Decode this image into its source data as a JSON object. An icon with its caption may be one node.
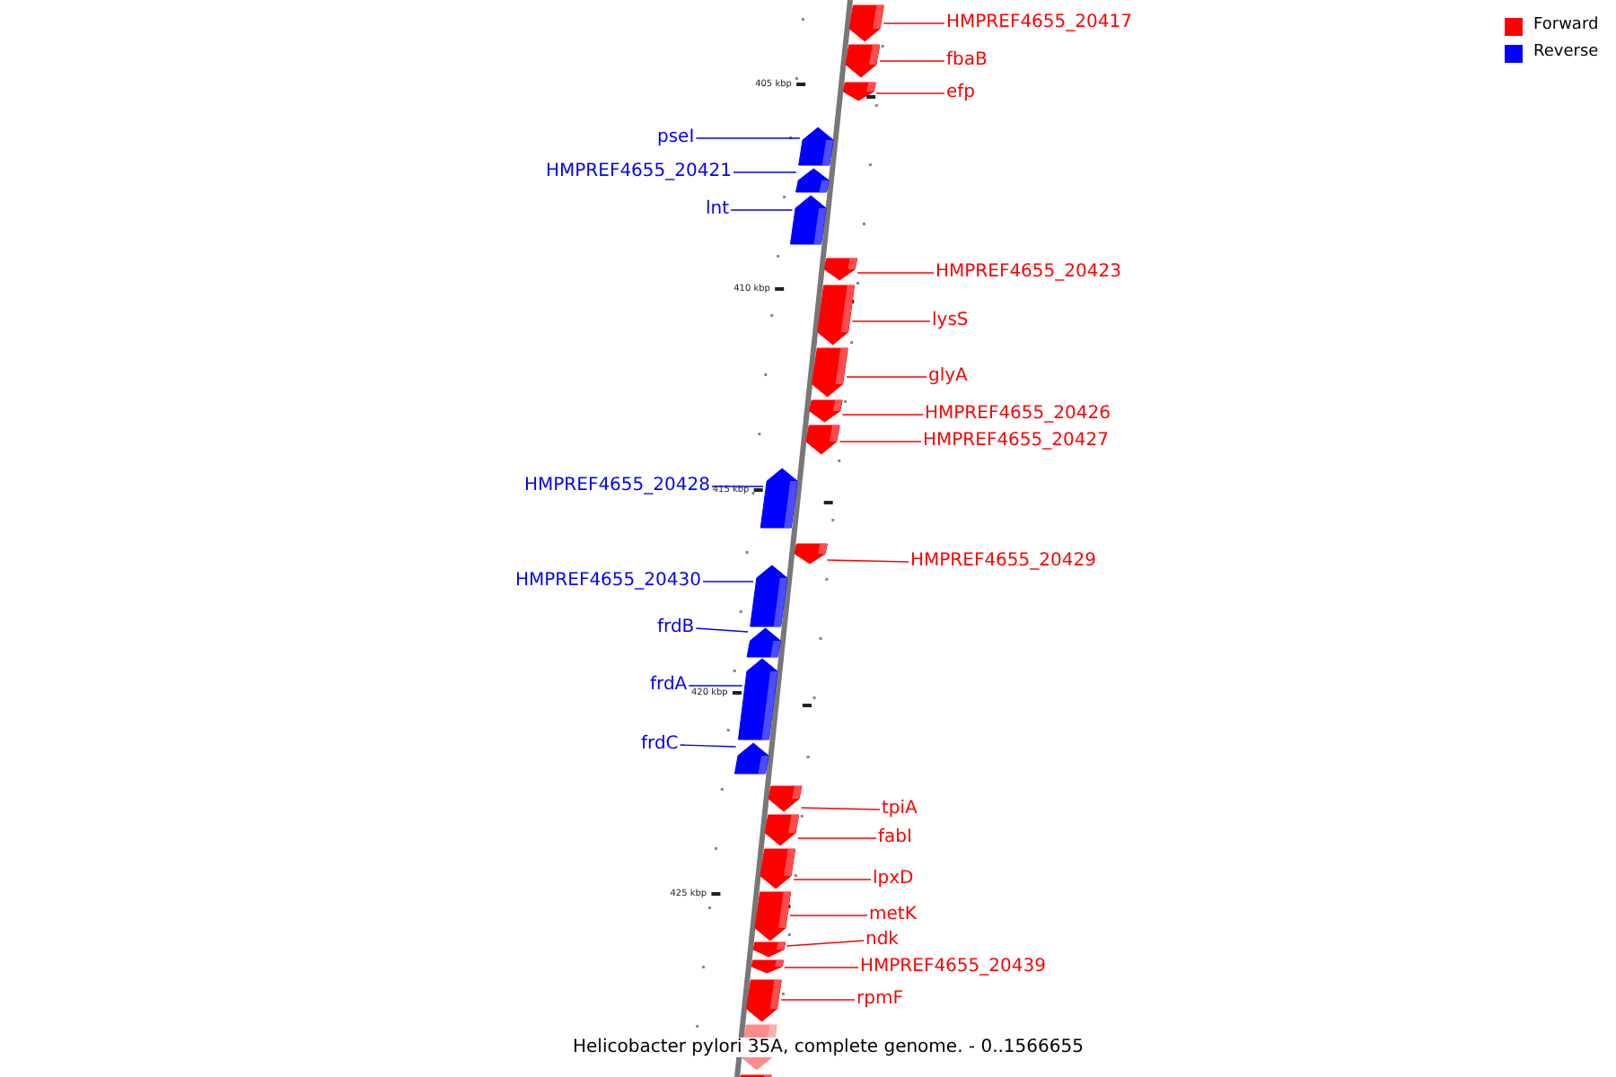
{
  "diagram": {
    "caption": "Helicobacter pylori 35A, complete genome. - 0..1566655",
    "nodes": [
      {
        "text": [
          "HMPREF4655_20417"
        ]
      },
      {
        "text": [],
        "shape": "arrow"
      },
      {
        "text": [
          "fbaB"
        ]
      },
      {
        "text": [],
        "shape": "arrow"
      },
      {
        "text": [
          "efp"
        ]
      },
      {
        "text": [],
        "shape": "arrow"
      },
      {
        "text": [
          "pseI"
        ]
      },
      {
        "text": [],
        "shape": "arrow"
      },
      {
        "text": [
          "HMPREF4655_20421"
        ]
      },
      {
        "text": [],
        "shape": "arrow"
      },
      {
        "text": [
          "lnt"
        ]
      },
      {
        "text": [],
        "shape": "arrow"
      },
      {
        "text": [
          "HMPREF4655_20423"
        ]
      },
      {
        "text": [],
        "shape": "arrow"
      },
      {
        "text": [
          "lysS"
        ]
      },
      {
        "text": [],
        "shape": "arrow"
      },
      {
        "text": [
          "glyA"
        ]
      },
      {
        "text": [],
        "shape": "arrow"
      },
      {
        "text": [
          "HMPREF4655_20426"
        ]
      },
      {
        "text": [],
        "shape": "arrow"
      },
      {
        "text": [
          "HMPREF4655_20427"
        ]
      },
      {
        "text": [],
        "shape": "arrow"
      },
      {
        "text": [
          "HMPREF4655_20428"
        ]
      },
      {
        "text": [],
        "shape": "arrow"
      },
      {
        "text": [
          "HMPREF4655_20429"
        ]
      },
      {
        "text": [],
        "shape": "arrow"
      },
      {
        "text": [
          "HMPREF4655_20430"
        ]
      },
      {
        "text": [],
        "shape": "arrow"
      },
      {
        "text": [
          "frdB"
        ]
      },
      {
        "text": [],
        "shape": "arrow"
      },
      {
        "text": [
          "frdA"
        ]
      },
      {
        "text": [],
        "shape": "arrow"
      },
      {
        "text": [
          "frdC"
        ]
      },
      {
        "text": [],
        "shape": "arrow"
      },
      {
        "text": [
          "tpiA"
        ]
      },
      {
        "text": [],
        "shape": "arrow"
      },
      {
        "text": [
          "fabI"
        ]
      },
      {
        "text": [],
        "shape": "arrow"
      },
      {
        "text": [
          "lpxD"
        ]
      },
      {
        "text": [],
        "shape": "arrow"
      },
      {
        "text": [
          "metK"
        ]
      },
      {
        "text": [],
        "shape": "arrow"
      },
      {
        "text": [
          "ndk"
        ]
      },
      {
        "text": [],
        "shape": "arrow"
      },
      {
        "text": [
          "HMPREF4655_20439"
        ]
      },
      {
        "text": [],
        "shape": "arrow"
      },
      {
        "text": [
          "rpmF"
        ]
      },
      {
        "text": [],
        "shape": "arrow"
      },
      {
        "text": [],
        "shape": "arrow"
      },
      {
        "text": [],
        "shape": "arrow"
      }
    ],
    "edges": [
      {
        "from": 0,
        "to": 1,
        "arrow": "none"
      },
      {
        "from": 2,
        "to": 3,
        "arrow": "none"
      },
      {
        "from": 4,
        "to": 5,
        "arrow": "none"
      },
      {
        "from": 6,
        "to": 7,
        "arrow": "none",
        "color": "#0000ff"
      },
      {
        "from": 8,
        "to": 9,
        "arrow": "none",
        "color": "#0000ff"
      },
      {
        "from": 10,
        "to": 11,
        "arrow": "none",
        "color": "#0000ff"
      },
      {
        "from": 12,
        "to": 13,
        "arrow": "none"
      },
      {
        "from": 14,
        "to": 15,
        "arrow": "none"
      },
      {
        "from": 16,
        "to": 17,
        "arrow": "none"
      },
      {
        "from": 18,
        "to": 19,
        "arrow": "none"
      },
      {
        "from": 20,
        "to": 21,
        "arrow": "none"
      },
      {
        "from": 22,
        "to": 23,
        "arrow": "none",
        "color": "#0000ff"
      },
      {
        "from": 24,
        "to": 25,
        "arrow": "none"
      },
      {
        "from": 26,
        "to": 27,
        "arrow": "none",
        "color": "#0000ff"
      },
      {
        "from": 28,
        "to": 29,
        "arrow": "none",
        "color": "#0000ff"
      },
      {
        "from": 30,
        "to": 31,
        "arrow": "none",
        "color": "#0000ff"
      },
      {
        "from": 32,
        "to": 33,
        "arrow": "none",
        "color": "#0000ff"
      },
      {
        "from": 34,
        "to": 35,
        "arrow": "none"
      },
      {
        "from": 36,
        "to": 37,
        "arrow": "none"
      },
      {
        "from": 38,
        "to": 39,
        "arrow": "none"
      },
      {
        "from": 40,
        "to": 41,
        "arrow": "none"
      },
      {
        "from": 42,
        "to": 43,
        "arrow": "none"
      },
      {
        "from": 44,
        "to": 45,
        "arrow": "none"
      },
      {
        "from": 46,
        "to": 47,
        "arrow": "none"
      }
    ],
    "labels": [
      "405 kbp",
      "410 kbp",
      "415 kbp",
      "420 kbp",
      "425 kbp"
    ],
    "legend": [
      {
        "text": "Forward",
        "color": "#ff0000"
      },
      {
        "text": "Reverse",
        "color": "#0000ff"
      }
    ]
  }
}
